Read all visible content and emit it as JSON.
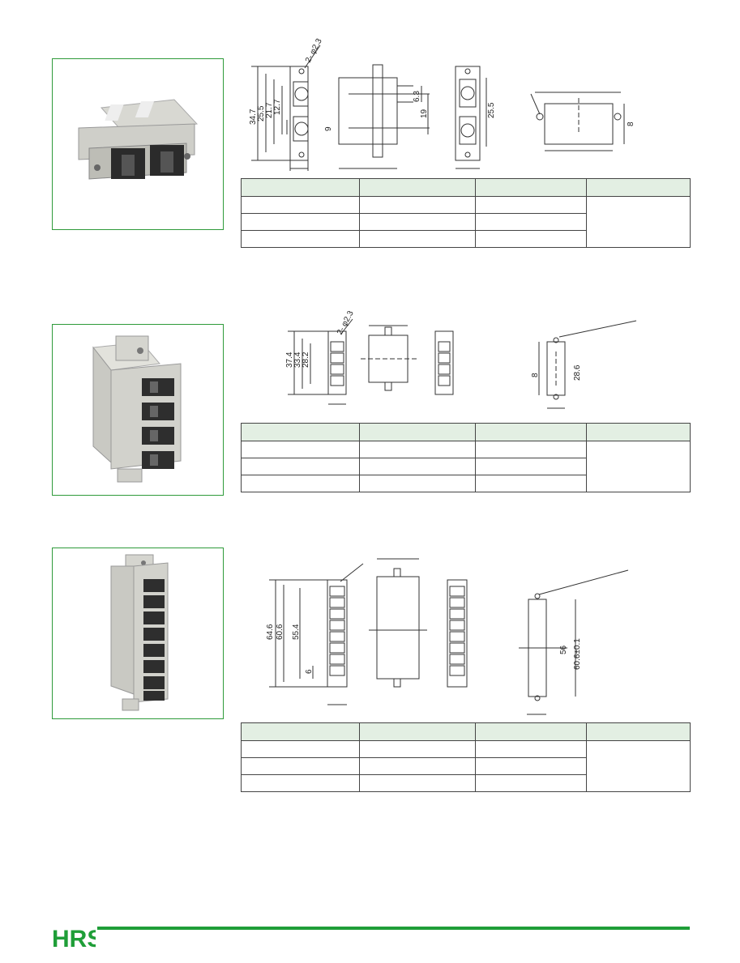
{
  "brand": {
    "logo_text": "HRS",
    "accent_color": "#1f9e38",
    "photo_border_color": "#2e9a3a",
    "table_header_color": "#e3efe3"
  },
  "section1": {
    "dims": {
      "hole_label": "2- φ2.3",
      "d1": "34.7",
      "d2": "25.5",
      "d3": "21.7",
      "d4": "12.7",
      "d5": "9",
      "d6": "6.3",
      "d7": "19",
      "d8": "25.5",
      "d9": "8"
    }
  },
  "section2": {
    "dims": {
      "hole_label": "2- φ2.3",
      "d1": "37.4",
      "d2": "33.4",
      "d3": "28.2",
      "d4": "8",
      "d5": "28.6"
    }
  },
  "section3": {
    "dims": {
      "d1": "64.6",
      "d2": "60.6",
      "d3": "55.4",
      "d4": "6",
      "d5": "56",
      "d6": "60.6±0.1"
    }
  }
}
